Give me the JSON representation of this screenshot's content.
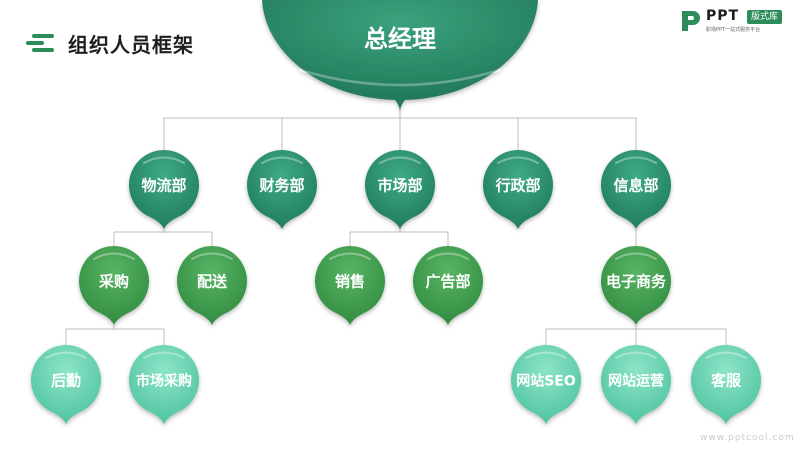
{
  "title": "组织人员框架",
  "logo": {
    "brand": "PPT",
    "badge": "版式库",
    "tagline": "职场PPT一站式服务平台"
  },
  "watermark": "www.pptcool.com",
  "colors": {
    "dark_green": "#2a8a68",
    "mid_green": "#3f9a4c",
    "light_green": "#63d2b0",
    "connector": "#bdbdbd",
    "title_icon": "#2c8c5a"
  },
  "org": {
    "root": {
      "label": "总经理"
    },
    "departments": [
      {
        "label": "物流部",
        "children": [
          {
            "label": "采购",
            "children": [
              {
                "label": "后勤"
              },
              {
                "label": "市场采购"
              }
            ]
          },
          {
            "label": "配送",
            "children": []
          }
        ]
      },
      {
        "label": "财务部",
        "children": []
      },
      {
        "label": "市场部",
        "children": [
          {
            "label": "销售",
            "children": []
          },
          {
            "label": "广告部",
            "children": []
          }
        ]
      },
      {
        "label": "行政部",
        "children": []
      },
      {
        "label": "信息部",
        "children": [
          {
            "label": "电子商务",
            "children": [
              {
                "label": "网站SEO"
              },
              {
                "label": "网站运营"
              },
              {
                "label": "客服"
              }
            ]
          }
        ]
      }
    ]
  }
}
